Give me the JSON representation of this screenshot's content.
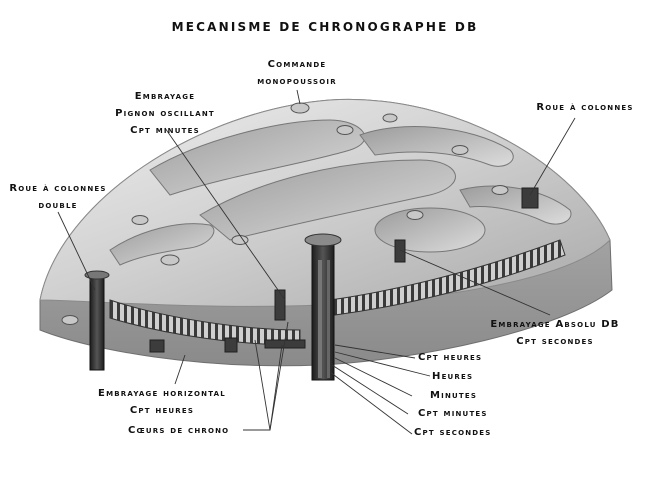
{
  "title": "MECANISME DE CHRONOGRAPHE DB",
  "labels": {
    "commande": [
      "Commande",
      "monopoussoir"
    ],
    "embrayage_pignon": [
      "Embrayage",
      "Pignon oscillant",
      "Cpt minutes"
    ],
    "roue_double": [
      "Roue à colonnes",
      "double"
    ],
    "roue_colonnes": [
      "Roue à colonnes"
    ],
    "embrayage_absolu": [
      "Embrayage Absolu DB",
      "Cpt secondes"
    ],
    "cpt_heures_r": "Cpt heures",
    "heures": "Heures",
    "minutes": "Minutes",
    "cpt_minutes": "Cpt minutes",
    "cpt_secondes": "Cpt secondes",
    "embrayage_horizontal": [
      "Embrayage horizontal",
      "Cpt heures"
    ],
    "coeurs": "Cœurs de chrono"
  },
  "colors": {
    "plate_light": "#d9d9d9",
    "plate_mid": "#b5b5b5",
    "plate_dark": "#7d7d7d",
    "steel_dark": "#2e2e2e",
    "leader": "#333333"
  }
}
